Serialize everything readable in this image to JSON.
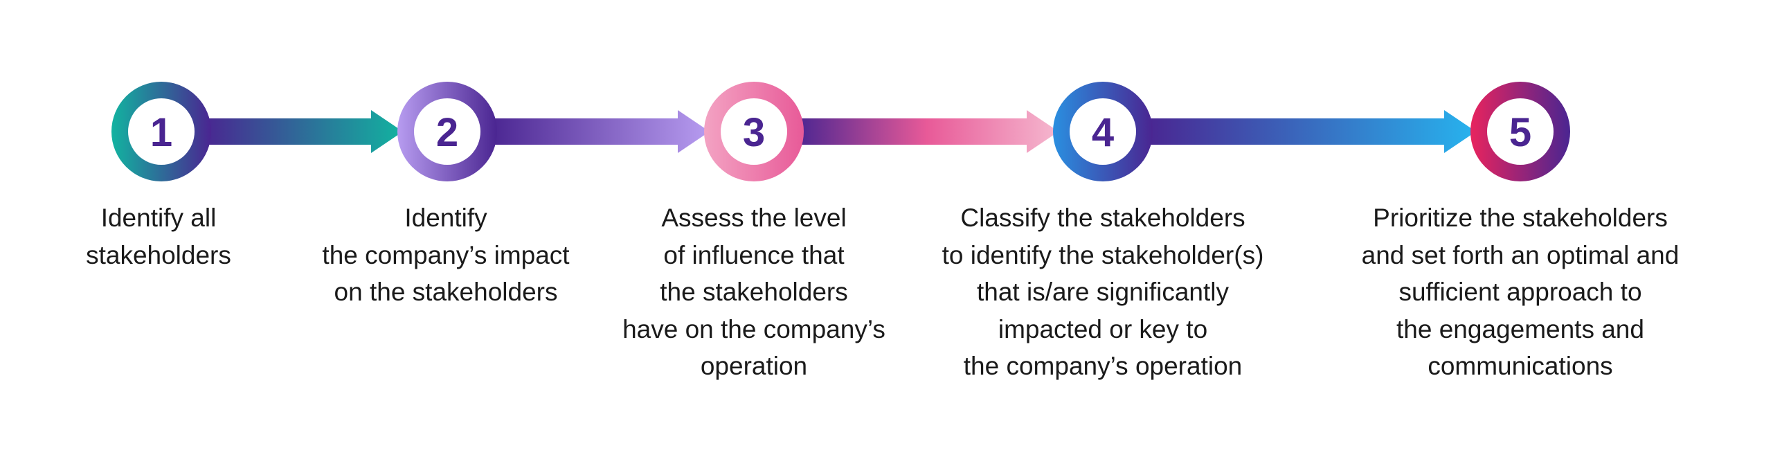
{
  "colors": {
    "number": "#4a2591",
    "text": "#1a1a1a"
  },
  "steps": [
    {
      "number": "1",
      "description": "Identify all\nstakeholders",
      "ring": [
        "#12b3a0",
        "#4a2591"
      ]
    },
    {
      "number": "2",
      "description": "Identify\nthe company’s impact\non the stakeholders",
      "ring": [
        "#b79cf0",
        "#4a2591"
      ]
    },
    {
      "number": "3",
      "description": "Assess the level\nof influence that\nthe stakeholders\nhave on the company’s\noperation",
      "ring": [
        "#f3a3c3",
        "#e85a98"
      ]
    },
    {
      "number": "4",
      "description": "Classify the stakeholders\nto identify the stakeholder(s)\nthat is/are significantly\nimpacted or key to\nthe company’s operation",
      "ring": [
        "#2a8fe0",
        "#4a2591"
      ]
    },
    {
      "number": "5",
      "description": "Prioritize the stakeholders\nand set forth an optimal and\nsufficient approach to\nthe engagements and\ncommunications",
      "ring": [
        "#e8245e",
        "#4a2591"
      ]
    }
  ],
  "connectors": [
    {
      "from": "1",
      "to": "2",
      "gradient": [
        "#4a2591",
        "#12b3a0"
      ]
    },
    {
      "from": "2",
      "to": "3",
      "gradient": [
        "#4a2591",
        "#b79cf0"
      ]
    },
    {
      "from": "3",
      "to": "4",
      "gradient": [
        "#4a2591",
        "#e85a98",
        "#f5b8cf"
      ]
    },
    {
      "from": "4",
      "to": "5",
      "gradient": [
        "#4a2591",
        "#27b3ee"
      ]
    }
  ]
}
